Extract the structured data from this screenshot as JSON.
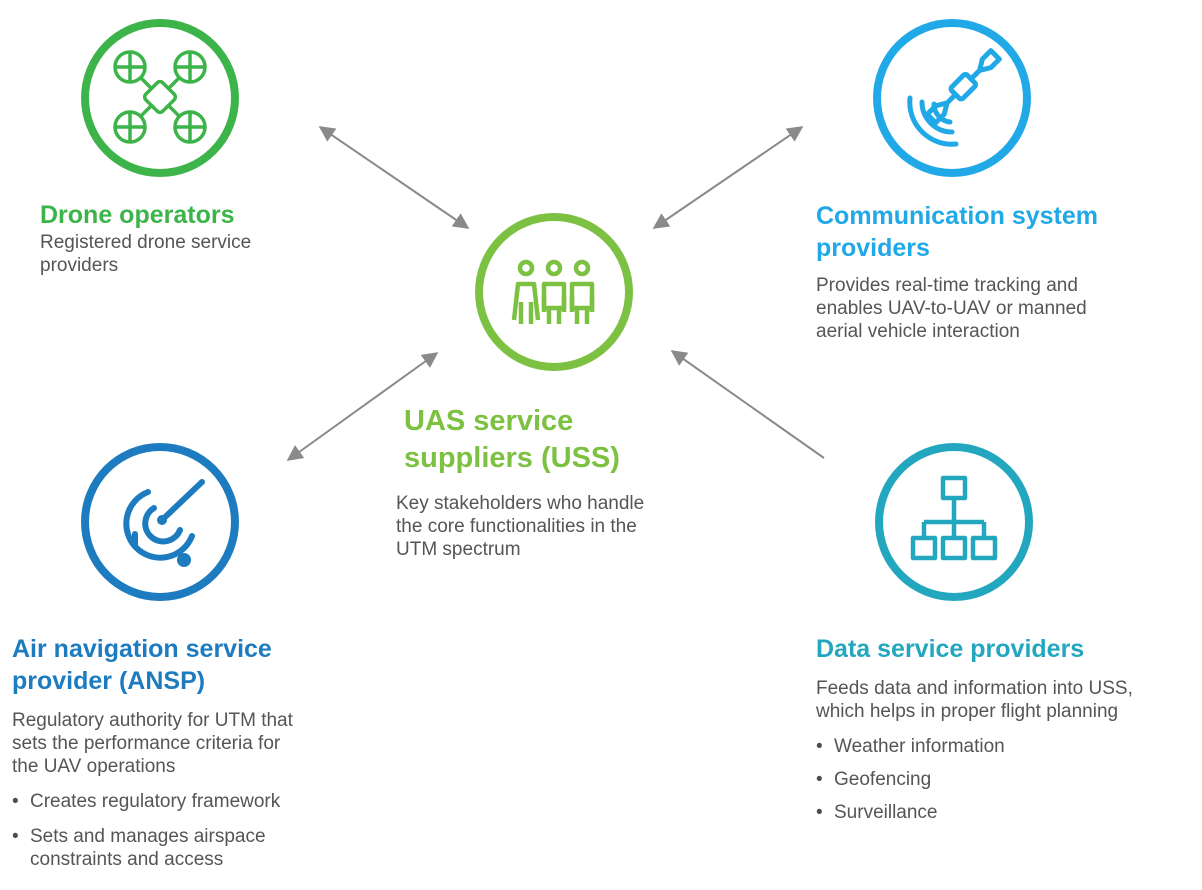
{
  "colors": {
    "drone": "#3cb44a",
    "uss": "#7dc142",
    "comm": "#20a9e6",
    "ansp": "#1d7bbf",
    "data": "#23a7bf",
    "arrow": "#8a8a8a",
    "text": "#555555"
  },
  "nodes": {
    "drone": {
      "icon": "drone-icon",
      "title": "Drone operators",
      "desc_lines": [
        "Registered drone service",
        "providers"
      ]
    },
    "comm": {
      "icon": "satellite-icon",
      "title_lines": [
        "Communication system",
        "providers"
      ],
      "desc_lines": [
        "Provides real-time tracking and",
        "enables UAV-to-UAV or manned",
        "aerial vehicle interaction"
      ]
    },
    "uss": {
      "icon": "people-icon",
      "title_lines": [
        "UAS service",
        "suppliers (USS)"
      ],
      "desc_lines": [
        "Key stakeholders who handle",
        "the core functionalities in the",
        "UTM spectrum"
      ]
    },
    "ansp": {
      "icon": "radar-icon",
      "title_lines": [
        "Air navigation service",
        "provider (ANSP)"
      ],
      "desc_lines": [
        "Regulatory authority for UTM that",
        "sets the performance criteria for",
        "the UAV operations"
      ],
      "bullets": [
        [
          "Creates regulatory framework"
        ],
        [
          "Sets and manages airspace",
          "constraints and access"
        ]
      ]
    },
    "data": {
      "icon": "network-icon",
      "title": "Data service providers",
      "desc_lines": [
        "Feeds data and information into USS,",
        "which helps in proper flight planning"
      ],
      "bullets": [
        "Weather information",
        "Geofencing",
        "Surveillance"
      ]
    }
  }
}
